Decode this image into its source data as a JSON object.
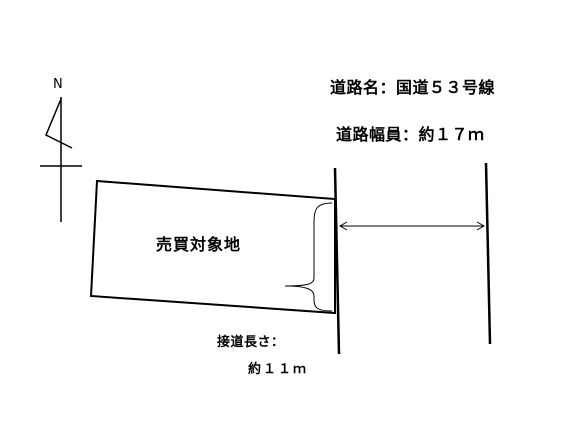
{
  "north_label": "N",
  "road": {
    "name_label": "道路名：国道５３号線",
    "width_label": "道路幅員：約１７ｍ"
  },
  "parcel": {
    "label": "売買対象地"
  },
  "frontage": {
    "label": "接道長さ：",
    "value": "約１１ｍ"
  },
  "colors": {
    "line": "#000000",
    "background": "#ffffff"
  }
}
